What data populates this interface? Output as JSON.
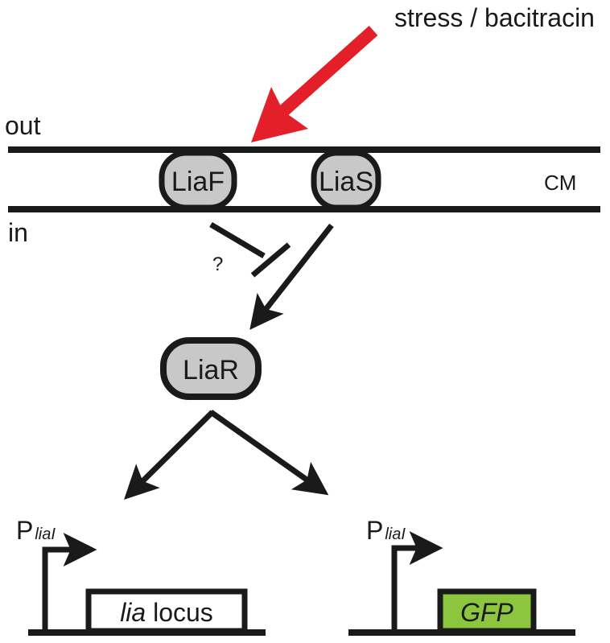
{
  "diagram": {
    "stimulus_label": "stress / bacitracin",
    "compartments": {
      "outside": "out",
      "inside": "in",
      "membrane": "CM"
    },
    "proteins": {
      "liaf": "LiaF",
      "lias": "LiaS",
      "liar": "LiaR"
    },
    "inhibition_label": "?",
    "promoters": {
      "left": {
        "main": "P",
        "sub": "liaI"
      },
      "right": {
        "main": "P",
        "sub": "liaI"
      }
    },
    "genes": {
      "left": {
        "italic": "lia",
        "plain": " locus"
      },
      "right": {
        "italic": "GFP"
      }
    },
    "colors": {
      "stimulus_arrow": "#e3202a",
      "protein_fill": "#c8c8c8",
      "gfp_fill": "#8cc63f",
      "line": "#1a1a1a"
    }
  }
}
